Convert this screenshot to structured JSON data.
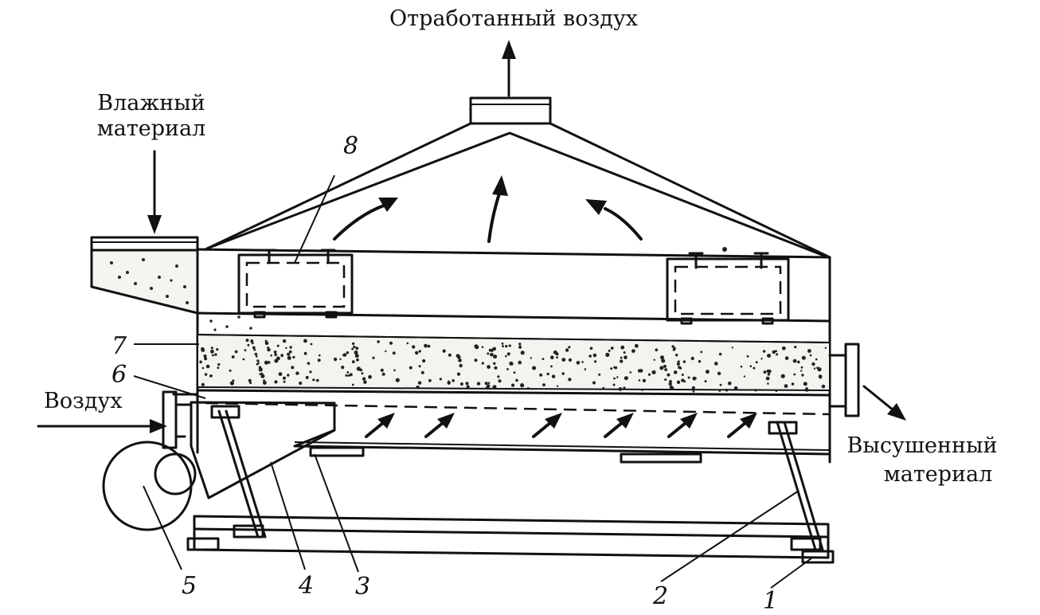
{
  "labels": {
    "exhaust_air": "Отработанный воздух",
    "wet_material_line1": "Влажный",
    "wet_material_line2": "материал",
    "air_in": "Воздух",
    "dried_material_line1": "Высушенный",
    "dried_material_line2": "материал"
  },
  "callouts": {
    "n1": "1",
    "n2": "2",
    "n3": "3",
    "n4": "4",
    "n5": "5",
    "n6": "6",
    "n7": "7",
    "n8": "8"
  }
}
